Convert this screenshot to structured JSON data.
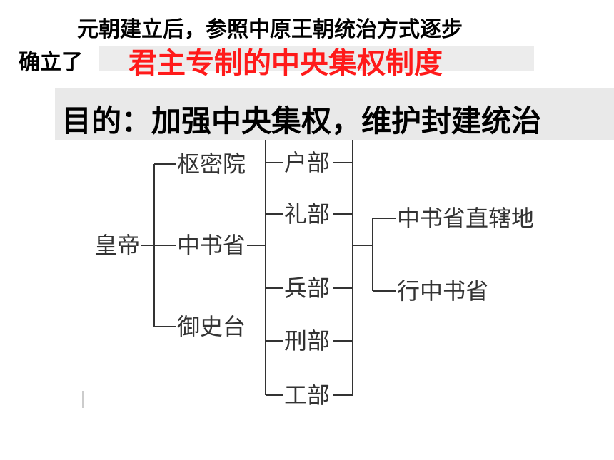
{
  "header": {
    "line1": "元朝建立后，参照中原王朝统治方式逐步",
    "line2_prefix": "确立了",
    "highlight": "君主专制的中央集权制度",
    "highlight_color": "#ff1a1a"
  },
  "purpose": {
    "text": "目的：加强中央集权，维护封建统治"
  },
  "diagram": {
    "root": "皇帝",
    "level1": [
      "枢密院",
      "中书省",
      "御史台"
    ],
    "ministries": [
      "户部",
      "礼部",
      "兵部",
      "刑部",
      "工部"
    ],
    "regions": [
      "中书省直辖地",
      "行中书省"
    ]
  }
}
